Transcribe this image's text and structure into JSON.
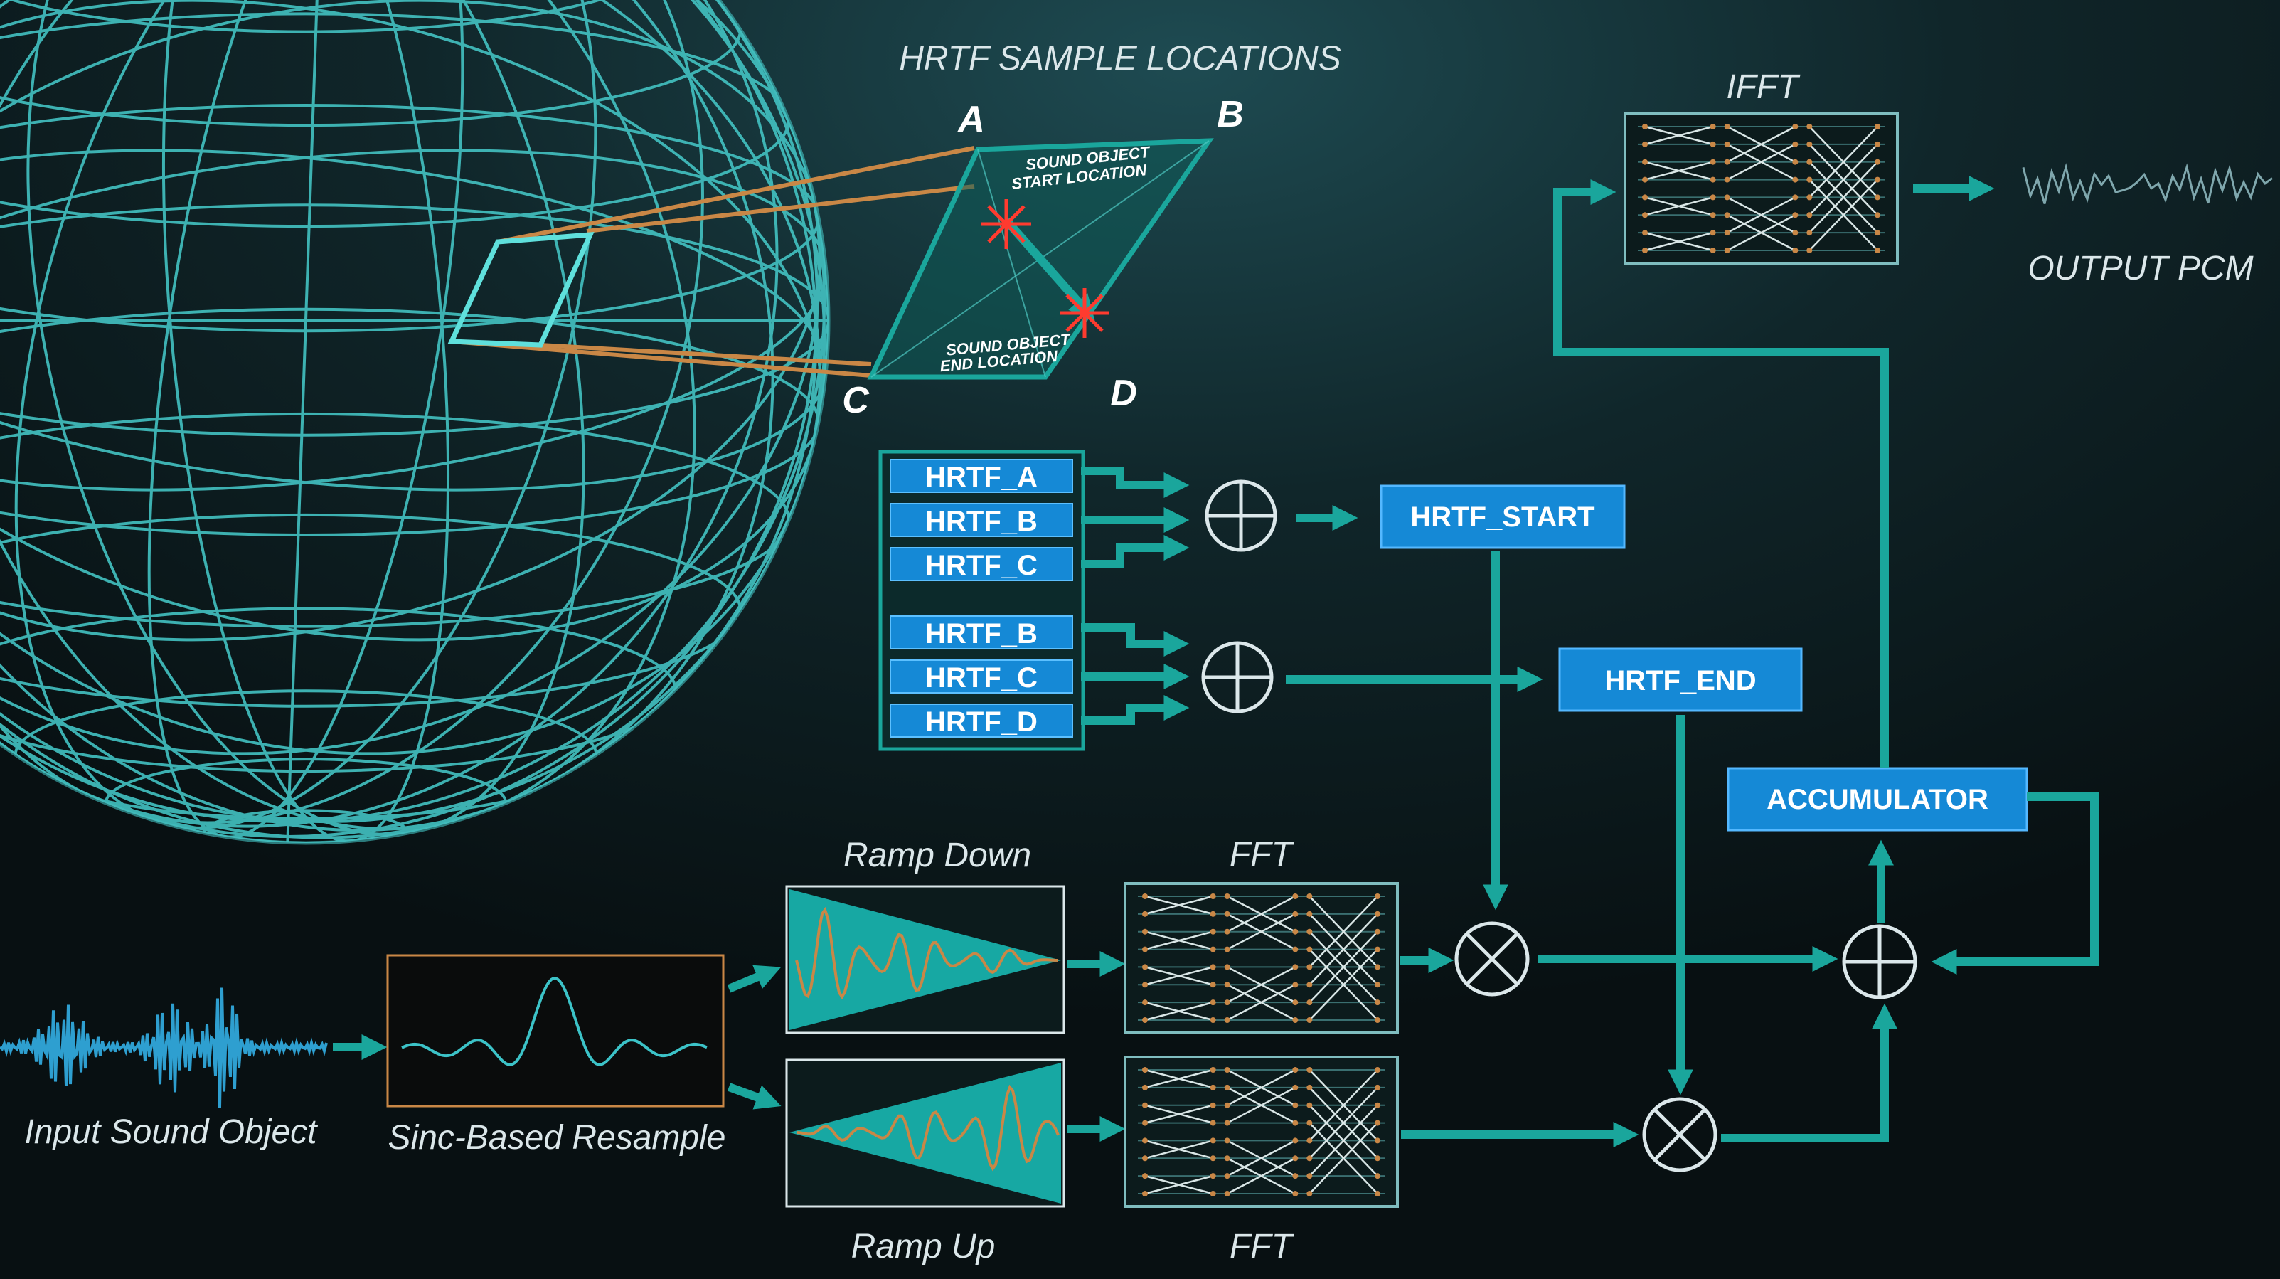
{
  "colors": {
    "background": "#0b1517",
    "teal": "#1aa69c",
    "wire": "#43c2c2",
    "blue": "#1589d6",
    "orange": "#c98746",
    "red": "#ff3b2f"
  },
  "labels": {
    "hrtf_sample_locations": "HRTF SAMPLE LOCATIONS",
    "corner_a": "A",
    "corner_b": "B",
    "corner_c": "C",
    "corner_d": "D",
    "start_location_line1": "SOUND OBJECT",
    "start_location_line2": "START LOCATION",
    "end_location_line1": "SOUND OBJECT",
    "end_location_line2": "END LOCATION",
    "ifft": "IFFT",
    "output_pcm": "OUTPUT  PCM",
    "ramp_down": "Ramp Down",
    "ramp_up": "Ramp Up",
    "fft_top": "FFT",
    "fft_bottom": "FFT",
    "input_sound_object": "Input  Sound Object",
    "sinc_resample": "Sinc-Based Resample"
  },
  "hrtf_group_start": [
    "HRTF_A",
    "HRTF_B",
    "HRTF_C"
  ],
  "hrtf_group_end": [
    "HRTF_B",
    "HRTF_C",
    "HRTF_D"
  ],
  "blocks": {
    "hrtf_start": "HRTF_START",
    "hrtf_end": "HRTF_END",
    "accumulator": "ACCUMULATOR"
  },
  "icons": {
    "sum": "plus-circle-icon",
    "multiply": "times-circle-icon",
    "arrow": "arrow-right-icon"
  }
}
